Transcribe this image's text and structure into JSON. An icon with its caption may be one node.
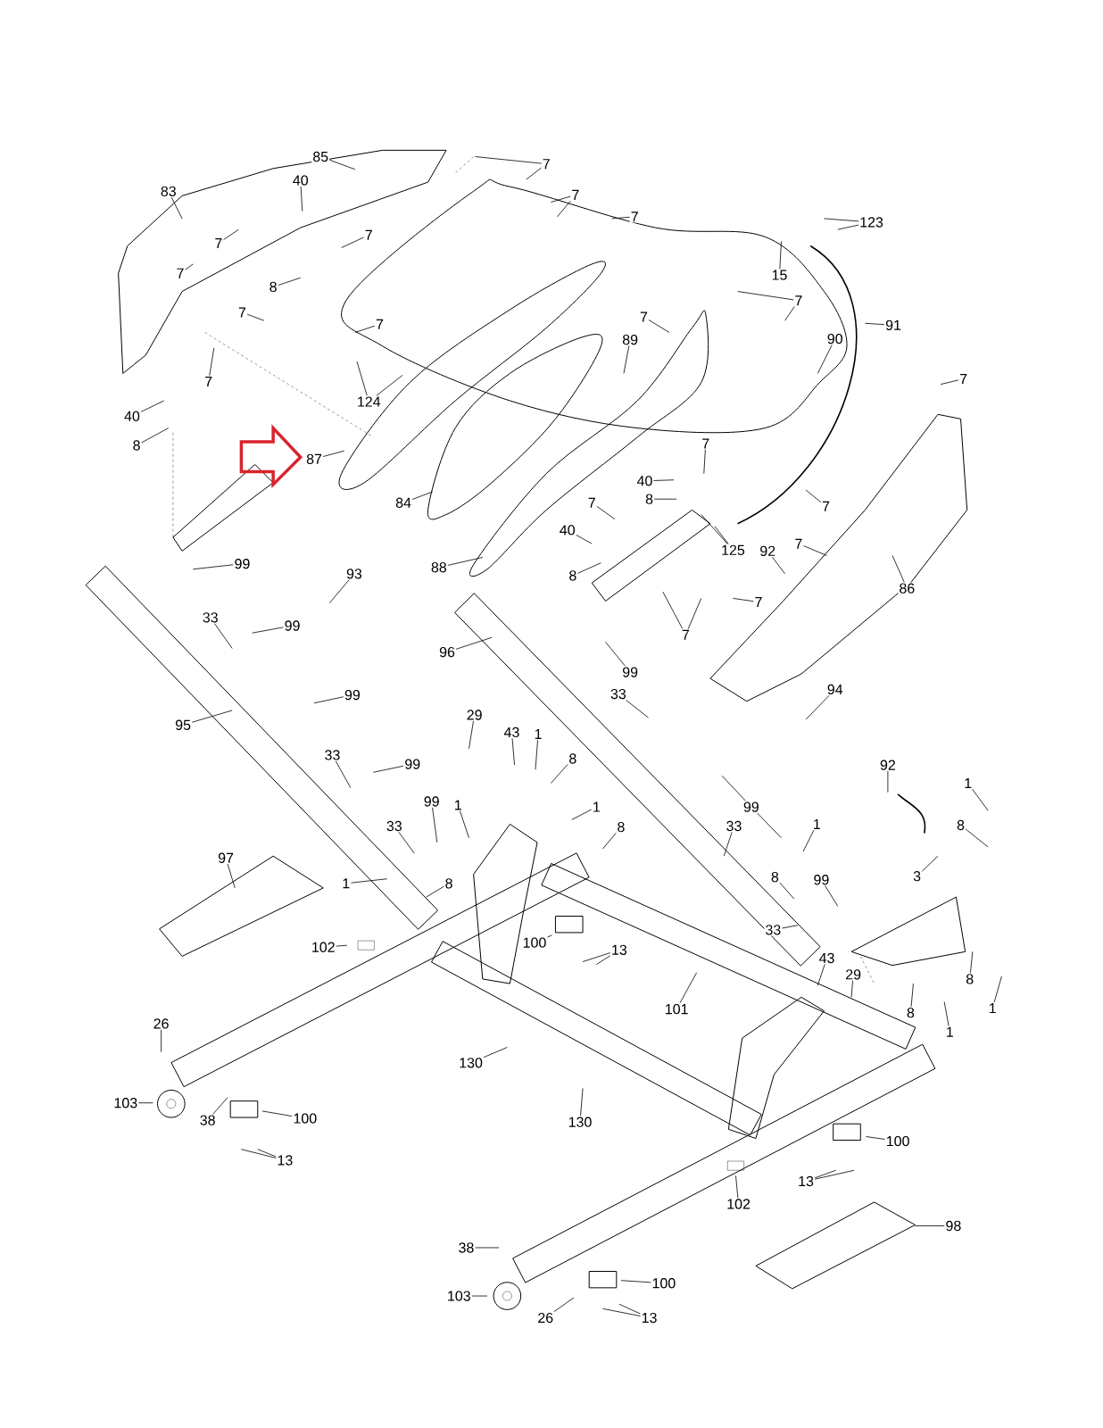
{
  "diagram": {
    "nodes": [
      {
        "text": [
          "83"
        ]
      },
      {
        "text": [
          "85"
        ]
      },
      {
        "text": [
          "40"
        ]
      },
      {
        "text": [
          "7"
        ]
      },
      {
        "text": [
          "7"
        ]
      },
      {
        "text": [
          "7"
        ]
      },
      {
        "text": [
          "7"
        ]
      },
      {
        "text": [
          "7"
        ]
      },
      {
        "text": [
          "7"
        ]
      },
      {
        "text": [
          "8"
        ]
      },
      {
        "text": [
          "7"
        ]
      },
      {
        "text": [
          "7"
        ]
      },
      {
        "text": [
          "7"
        ]
      },
      {
        "text": [
          "124"
        ]
      },
      {
        "text": [
          "40"
        ]
      },
      {
        "text": [
          "8"
        ]
      },
      {
        "text": [
          "87"
        ]
      },
      {
        "text": [
          "84"
        ]
      },
      {
        "text": [
          "7"
        ]
      },
      {
        "text": [
          "89"
        ]
      },
      {
        "text": [
          "90"
        ]
      },
      {
        "text": [
          "91"
        ]
      },
      {
        "text": [
          "123"
        ]
      },
      {
        "text": [
          "15"
        ]
      },
      {
        "text": [
          "7"
        ]
      },
      {
        "text": [
          "7"
        ]
      },
      {
        "text": [
          "7"
        ]
      },
      {
        "text": [
          "40"
        ]
      },
      {
        "text": [
          "8"
        ]
      },
      {
        "text": [
          "7"
        ]
      },
      {
        "text": [
          "7"
        ]
      },
      {
        "text": [
          "7"
        ]
      },
      {
        "text": [
          "125"
        ]
      },
      {
        "text": [
          "92"
        ]
      },
      {
        "text": [
          "40"
        ]
      },
      {
        "text": [
          "8"
        ]
      },
      {
        "text": [
          "7"
        ]
      },
      {
        "text": [
          "7"
        ]
      },
      {
        "text": [
          "86"
        ]
      },
      {
        "text": [
          "88"
        ]
      },
      {
        "text": [
          "99"
        ]
      },
      {
        "text": [
          "93"
        ]
      },
      {
        "text": [
          "33"
        ]
      },
      {
        "text": [
          "99"
        ]
      },
      {
        "text": [
          "96"
        ]
      },
      {
        "text": [
          "99"
        ]
      },
      {
        "text": [
          "33"
        ]
      },
      {
        "text": [
          "94"
        ]
      },
      {
        "text": [
          "99"
        ]
      },
      {
        "text": [
          "95"
        ]
      },
      {
        "text": [
          "33"
        ]
      },
      {
        "text": [
          "99"
        ]
      },
      {
        "text": [
          "29"
        ]
      },
      {
        "text": [
          "43"
        ]
      },
      {
        "text": [
          "1"
        ]
      },
      {
        "text": [
          "8"
        ]
      },
      {
        "text": [
          "1"
        ]
      },
      {
        "text": [
          "8"
        ]
      },
      {
        "text": [
          "92"
        ]
      },
      {
        "text": [
          "1"
        ]
      },
      {
        "text": [
          "8"
        ]
      },
      {
        "text": [
          "3"
        ]
      },
      {
        "text": [
          "99"
        ]
      },
      {
        "text": [
          "33"
        ]
      },
      {
        "text": [
          "99"
        ]
      },
      {
        "text": [
          "1"
        ]
      },
      {
        "text": [
          "33"
        ]
      },
      {
        "text": [
          "97"
        ]
      },
      {
        "text": [
          "1"
        ]
      },
      {
        "text": [
          "8"
        ]
      },
      {
        "text": [
          "1"
        ]
      },
      {
        "text": [
          "8"
        ]
      },
      {
        "text": [
          "99"
        ]
      },
      {
        "text": [
          "33"
        ]
      },
      {
        "text": [
          "102"
        ]
      },
      {
        "text": [
          "100"
        ]
      },
      {
        "text": [
          "13"
        ]
      },
      {
        "text": [
          "101"
        ]
      },
      {
        "text": [
          "43"
        ]
      },
      {
        "text": [
          "29"
        ]
      },
      {
        "text": [
          "8"
        ]
      },
      {
        "text": [
          "1"
        ]
      },
      {
        "text": [
          "8"
        ]
      },
      {
        "text": [
          "1"
        ]
      },
      {
        "text": [
          "26"
        ]
      },
      {
        "text": [
          "130"
        ]
      },
      {
        "text": [
          "130"
        ]
      },
      {
        "text": [
          "103"
        ]
      },
      {
        "text": [
          "38"
        ]
      },
      {
        "text": [
          "100"
        ]
      },
      {
        "text": [
          "13"
        ]
      },
      {
        "text": [
          "100"
        ]
      },
      {
        "text": [
          "13"
        ]
      },
      {
        "text": [
          "102"
        ]
      },
      {
        "text": [
          "98"
        ]
      },
      {
        "text": [
          "38"
        ]
      },
      {
        "text": [
          "100"
        ]
      },
      {
        "text": [
          "103"
        ]
      },
      {
        "text": [
          "26"
        ]
      },
      {
        "text": [
          "13"
        ]
      }
    ],
    "edges": [
      {
        "from": 0,
        "to": null,
        "arrow": "none"
      },
      {
        "from": 1,
        "to": null,
        "arrow": "none"
      },
      {
        "from": 2,
        "to": null,
        "arrow": "none"
      },
      {
        "from": 3,
        "to": null,
        "arrow": "none"
      },
      {
        "from": 3,
        "to": null,
        "arrow": "none"
      },
      {
        "from": 4,
        "to": null,
        "arrow": "none"
      },
      {
        "from": 4,
        "to": null,
        "arrow": "none"
      },
      {
        "from": 5,
        "to": null,
        "arrow": "none"
      },
      {
        "from": 6,
        "to": null,
        "arrow": "none"
      },
      {
        "from": 7,
        "to": null,
        "arrow": "none"
      },
      {
        "from": 8,
        "to": null,
        "arrow": "none"
      },
      {
        "from": 9,
        "to": null,
        "arrow": "none"
      },
      {
        "from": 10,
        "to": null,
        "arrow": "none"
      },
      {
        "from": 11,
        "to": null,
        "arrow": "none"
      },
      {
        "from": 12,
        "to": null,
        "arrow": "none"
      },
      {
        "from": 13,
        "to": null,
        "arrow": "none"
      },
      {
        "from": 13,
        "to": null,
        "arrow": "none"
      },
      {
        "from": 14,
        "to": null,
        "arrow": "none"
      },
      {
        "from": 15,
        "to": null,
        "arrow": "none"
      },
      {
        "from": 16,
        "to": null,
        "arrow": "none"
      },
      {
        "from": 17,
        "to": null,
        "arrow": "none"
      },
      {
        "from": 18,
        "to": null,
        "arrow": "none"
      },
      {
        "from": 19,
        "to": null,
        "arrow": "none"
      },
      {
        "from": 20,
        "to": null,
        "arrow": "none"
      },
      {
        "from": 21,
        "to": null,
        "arrow": "none"
      },
      {
        "from": 22,
        "to": null,
        "arrow": "none"
      },
      {
        "from": 22,
        "to": null,
        "arrow": "none"
      },
      {
        "from": 23,
        "to": null,
        "arrow": "none"
      },
      {
        "from": 24,
        "to": null,
        "arrow": "none"
      },
      {
        "from": 24,
        "to": null,
        "arrow": "none"
      },
      {
        "from": 25,
        "to": null,
        "arrow": "none"
      },
      {
        "from": 26,
        "to": null,
        "arrow": "none"
      },
      {
        "from": 27,
        "to": null,
        "arrow": "none"
      },
      {
        "from": 28,
        "to": null,
        "arrow": "none"
      },
      {
        "from": 29,
        "to": null,
        "arrow": "none"
      },
      {
        "from": 30,
        "to": null,
        "arrow": "none"
      },
      {
        "from": 31,
        "to": null,
        "arrow": "none"
      },
      {
        "from": 32,
        "to": null,
        "arrow": "none"
      },
      {
        "from": 32,
        "to": null,
        "arrow": "none"
      },
      {
        "from": 33,
        "to": null,
        "arrow": "none"
      },
      {
        "from": 34,
        "to": null,
        "arrow": "none"
      },
      {
        "from": 35,
        "to": null,
        "arrow": "none"
      },
      {
        "from": 36,
        "to": null,
        "arrow": "none"
      },
      {
        "from": 37,
        "to": null,
        "arrow": "none"
      },
      {
        "from": 37,
        "to": null,
        "arrow": "none"
      },
      {
        "from": 38,
        "to": null,
        "arrow": "none"
      },
      {
        "from": 39,
        "to": null,
        "arrow": "none"
      },
      {
        "from": 40,
        "to": null,
        "arrow": "none"
      },
      {
        "from": 41,
        "to": null,
        "arrow": "none"
      },
      {
        "from": 42,
        "to": null,
        "arrow": "none"
      },
      {
        "from": 43,
        "to": null,
        "arrow": "none"
      },
      {
        "from": 44,
        "to": null,
        "arrow": "none"
      },
      {
        "from": 45,
        "to": null,
        "arrow": "none"
      },
      {
        "from": 46,
        "to": null,
        "arrow": "none"
      },
      {
        "from": 47,
        "to": null,
        "arrow": "none"
      },
      {
        "from": 48,
        "to": null,
        "arrow": "none"
      },
      {
        "from": 49,
        "to": null,
        "arrow": "none"
      },
      {
        "from": 50,
        "to": null,
        "arrow": "none"
      },
      {
        "from": 51,
        "to": null,
        "arrow": "none"
      },
      {
        "from": 52,
        "to": null,
        "arrow": "none"
      },
      {
        "from": 53,
        "to": null,
        "arrow": "none"
      },
      {
        "from": 54,
        "to": null,
        "arrow": "none"
      },
      {
        "from": 55,
        "to": null,
        "arrow": "none"
      },
      {
        "from": 56,
        "to": null,
        "arrow": "none"
      },
      {
        "from": 57,
        "to": null,
        "arrow": "none"
      },
      {
        "from": 58,
        "to": null,
        "arrow": "none"
      },
      {
        "from": 59,
        "to": null,
        "arrow": "none"
      },
      {
        "from": 60,
        "to": null,
        "arrow": "none"
      },
      {
        "from": 61,
        "to": null,
        "arrow": "none"
      },
      {
        "from": 62,
        "to": null,
        "arrow": "none"
      },
      {
        "from": 62,
        "to": null,
        "arrow": "none"
      },
      {
        "from": 63,
        "to": null,
        "arrow": "none"
      },
      {
        "from": 64,
        "to": null,
        "arrow": "none"
      },
      {
        "from": 65,
        "to": null,
        "arrow": "none"
      },
      {
        "from": 66,
        "to": null,
        "arrow": "none"
      },
      {
        "from": 67,
        "to": null,
        "arrow": "none"
      },
      {
        "from": 68,
        "to": null,
        "arrow": "none"
      },
      {
        "from": 69,
        "to": null,
        "arrow": "none"
      },
      {
        "from": 70,
        "to": null,
        "arrow": "none"
      },
      {
        "from": 71,
        "to": null,
        "arrow": "none"
      },
      {
        "from": 72,
        "to": null,
        "arrow": "none"
      },
      {
        "from": 73,
        "to": null,
        "arrow": "none"
      },
      {
        "from": 74,
        "to": null,
        "arrow": "none"
      },
      {
        "from": 75,
        "to": null,
        "arrow": "none"
      },
      {
        "from": 76,
        "to": null,
        "arrow": "none"
      },
      {
        "from": 76,
        "to": null,
        "arrow": "none"
      },
      {
        "from": 77,
        "to": null,
        "arrow": "none"
      },
      {
        "from": 78,
        "to": null,
        "arrow": "none"
      },
      {
        "from": 79,
        "to": null,
        "arrow": "none"
      },
      {
        "from": 80,
        "to": null,
        "arrow": "none"
      },
      {
        "from": 81,
        "to": null,
        "arrow": "none"
      },
      {
        "from": 82,
        "to": null,
        "arrow": "none"
      },
      {
        "from": 83,
        "to": null,
        "arrow": "none"
      },
      {
        "from": 84,
        "to": null,
        "arrow": "none"
      },
      {
        "from": 85,
        "to": null,
        "arrow": "none"
      },
      {
        "from": 86,
        "to": null,
        "arrow": "none"
      },
      {
        "from": 87,
        "to": null,
        "arrow": "none"
      },
      {
        "from": 88,
        "to": null,
        "arrow": "none"
      },
      {
        "from": 89,
        "to": null,
        "arrow": "none"
      },
      {
        "from": 90,
        "to": null,
        "arrow": "none"
      },
      {
        "from": 90,
        "to": null,
        "arrow": "none"
      },
      {
        "from": 91,
        "to": null,
        "arrow": "none"
      },
      {
        "from": 92,
        "to": null,
        "arrow": "none"
      },
      {
        "from": 92,
        "to": null,
        "arrow": "none"
      },
      {
        "from": 93,
        "to": null,
        "arrow": "none"
      },
      {
        "from": 94,
        "to": null,
        "arrow": "none"
      },
      {
        "from": 95,
        "to": null,
        "arrow": "none"
      },
      {
        "from": 96,
        "to": null,
        "arrow": "none"
      },
      {
        "from": 97,
        "to": null,
        "arrow": "none"
      },
      {
        "from": 98,
        "to": null,
        "arrow": "none"
      },
      {
        "from": 99,
        "to": null,
        "arrow": "none"
      },
      {
        "from": 99,
        "to": null,
        "arrow": "none"
      }
    ]
  }
}
